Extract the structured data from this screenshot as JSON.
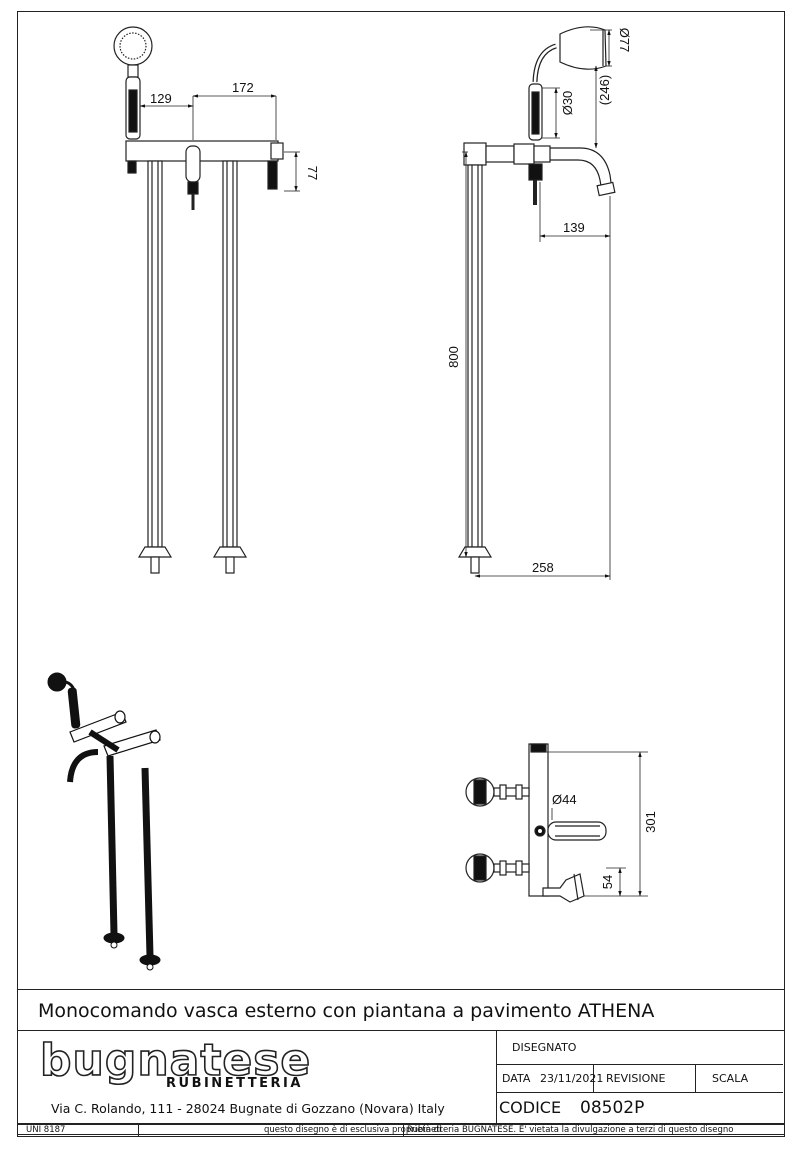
{
  "title": "Monocomando vasca esterno con piantana a pavimento ATHENA",
  "company": {
    "brand": "bugnatese",
    "subtitle": "RUBINETTERIA",
    "address": "Via C. Rolando, 111 - 28024 Bugnate di Gozzano (Novara) Italy"
  },
  "title_block": {
    "disegnato_label": "DISEGNATO",
    "data_label": "DATA",
    "data_value": "23/11/2021",
    "revisione_label": "REVISIONE",
    "scala_label": "SCALA",
    "codice_label": "CODICE",
    "codice_value": "08502P"
  },
  "footer": {
    "standard": "UNI 8187",
    "notice_left": "questo disegno è di esclusiva proprietà di",
    "notice_right": "Rubinetteria BUGNATESE. E' vietata la divulgazione a terzi di questo disegno"
  },
  "dimensions": {
    "front_width_left": "129",
    "front_width_right": "172",
    "front_height": "77",
    "side_head_diameter": "Ø77",
    "side_handle_diameter": "Ø30",
    "side_shower_length": "(246)",
    "side_spout_reach": "139",
    "side_height": "800",
    "side_total_reach": "258",
    "top_diameter": "Ø44",
    "top_total": "301",
    "top_offset": "54"
  }
}
